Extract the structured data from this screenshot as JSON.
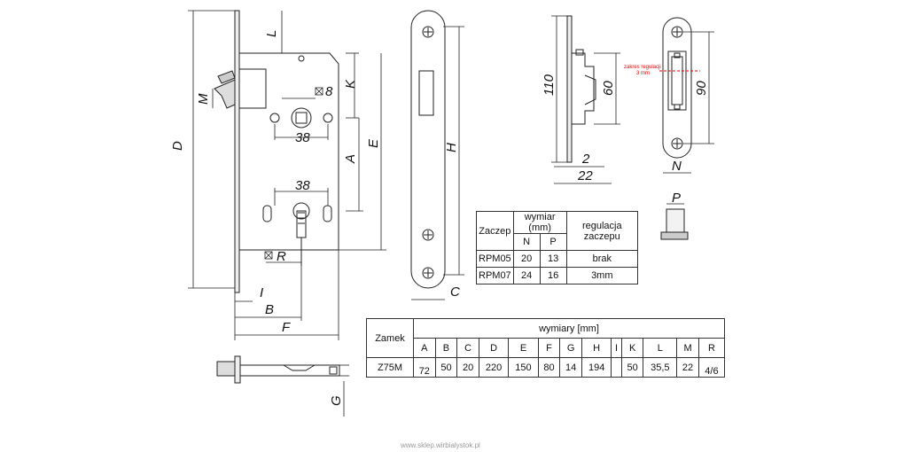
{
  "lock_dims": {
    "D": "D",
    "L": "L",
    "M": "M",
    "K": "K",
    "E": "E",
    "A": "A",
    "I": "I",
    "B": "B",
    "F": "F",
    "G": "G",
    "R": "R",
    "s8": "8",
    "d38a": "38",
    "d38b": "38"
  },
  "faceplate_dims": {
    "H": "H",
    "C": "C"
  },
  "strike_dims": {
    "d110": "110",
    "d60": "60",
    "d2": "2",
    "d22": "22",
    "d90": "90",
    "N": "N",
    "P": "P"
  },
  "strike_note": {
    "line1": "zakres regulacji",
    "line2": "3 mm"
  },
  "strike_table": {
    "col_zaczep": "Zaczep",
    "col_wymiar": "wymiar (mm)",
    "col_regulacja": "regulacja zaczepu",
    "sub_n": "N",
    "sub_p": "P",
    "rows": [
      {
        "model": "RPM05",
        "n": "20",
        "p": "13",
        "reg": "brak"
      },
      {
        "model": "RPM07",
        "n": "24",
        "p": "16",
        "reg": "3mm"
      }
    ]
  },
  "lock_table": {
    "col_zamek": "Zamek",
    "col_wymiary": "wymiary [mm]",
    "headers": [
      "A",
      "B",
      "C",
      "D",
      "E",
      "F",
      "G",
      "H",
      "I",
      "K",
      "L",
      "M",
      "R"
    ],
    "model": "Z75M",
    "values": [
      "72",
      "50",
      "20",
      "220",
      "150",
      "80",
      "14",
      "194",
      "",
      "50",
      "35,5",
      "22",
      "4/6"
    ]
  },
  "watermark": "www.sklep.wirbialystok.pl"
}
